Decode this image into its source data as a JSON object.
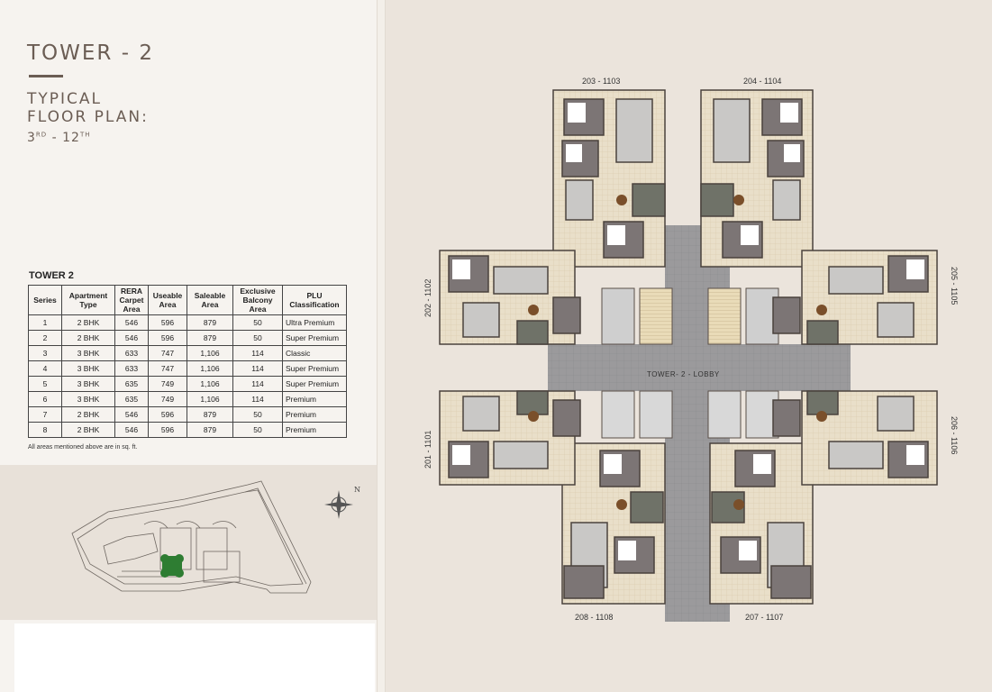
{
  "heading": {
    "title": "TOWER - 2",
    "subtitle_line1": "TYPICAL",
    "subtitle_line2": "FLOOR PLAN:",
    "floors_from": "3",
    "floors_from_sup": "RD",
    "floors_sep": " - ",
    "floors_to": "12",
    "floors_to_sup": "TH"
  },
  "table": {
    "title": "TOWER 2",
    "headers": [
      "Series",
      "Apartment Type",
      "RERA Carpet Area",
      "Useable Area",
      "Saleable Area",
      "Exclusive Balcony Area",
      "PLU Classification"
    ],
    "rows": [
      [
        "1",
        "2 BHK",
        "546",
        "596",
        "879",
        "50",
        "Ultra Premium"
      ],
      [
        "2",
        "2 BHK",
        "546",
        "596",
        "879",
        "50",
        "Super Premium"
      ],
      [
        "3",
        "3 BHK",
        "633",
        "747",
        "1,106",
        "114",
        "Classic"
      ],
      [
        "4",
        "3 BHK",
        "633",
        "747",
        "1,106",
        "114",
        "Super Premium"
      ],
      [
        "5",
        "3 BHK",
        "635",
        "749",
        "1,106",
        "114",
        "Super Premium"
      ],
      [
        "6",
        "3 BHK",
        "635",
        "749",
        "1,106",
        "114",
        "Premium"
      ],
      [
        "7",
        "2 BHK",
        "546",
        "596",
        "879",
        "50",
        "Premium"
      ],
      [
        "8",
        "2 BHK",
        "546",
        "596",
        "879",
        "50",
        "Premium"
      ]
    ],
    "note": "All areas mentioned above are in sq. ft."
  },
  "site": {
    "compass_label": "N"
  },
  "plan": {
    "units": {
      "u203": "203 - 1103",
      "u204": "204 - 1104",
      "u202": "202 - 1102",
      "u205": "205 - 1105",
      "u201": "201 - 1101",
      "u206": "206 - 1106",
      "u208": "208 - 1108",
      "u207": "207 - 1107"
    },
    "lobby": "TOWER- 2 - LOBBY"
  },
  "colors": {
    "accent": "#6b5d54",
    "wall": "#5a4f49",
    "floor": "#e9dfc9",
    "wet": "#c9c8c6",
    "core": "#9a9a9c",
    "bed": "#ffffff"
  }
}
